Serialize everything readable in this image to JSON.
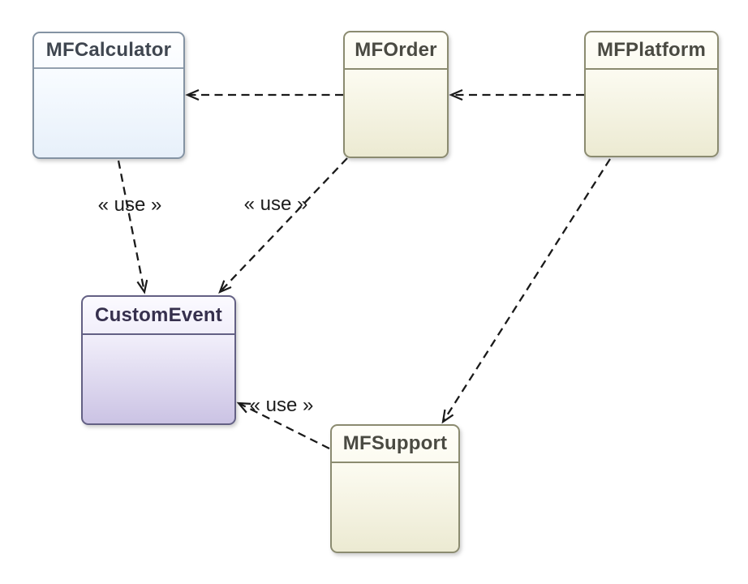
{
  "diagram": {
    "type": "uml-class-dependency-diagram",
    "nodes": [
      {
        "id": "MFCalculator",
        "label": "MFCalculator",
        "palette": "blue"
      },
      {
        "id": "MFOrder",
        "label": "MFOrder",
        "palette": "beige"
      },
      {
        "id": "MFPlatform",
        "label": "MFPlatform",
        "palette": "beige"
      },
      {
        "id": "CustomEvent",
        "label": "CustomEvent",
        "palette": "purple"
      },
      {
        "id": "MFSupport",
        "label": "MFSupport",
        "palette": "beige"
      }
    ],
    "edges": [
      {
        "from": "MFOrder",
        "to": "MFCalculator",
        "style": "dashed-open-arrow",
        "label": ""
      },
      {
        "from": "MFPlatform",
        "to": "MFOrder",
        "style": "dashed-open-arrow",
        "label": ""
      },
      {
        "from": "MFCalculator",
        "to": "CustomEvent",
        "style": "dashed-open-arrow",
        "label": "« use »"
      },
      {
        "from": "MFOrder",
        "to": "CustomEvent",
        "style": "dashed-open-arrow",
        "label": "« use »"
      },
      {
        "from": "MFPlatform",
        "to": "MFSupport",
        "style": "dashed-open-arrow",
        "label": ""
      },
      {
        "from": "MFSupport",
        "to": "CustomEvent",
        "style": "dashed-open-arrow",
        "label": "« use »"
      }
    ],
    "colors": {
      "background": "#ffffff",
      "line": "#1a1a1a",
      "blue_fill_top": "#ffffff",
      "blue_fill_bottom": "#e7f0fa",
      "blue_border": "#8493a3",
      "beige_fill_top": "#fffef8",
      "beige_fill_bottom": "#ecead2",
      "beige_border": "#8b8b70",
      "purple_fill_top": "#fbfaff",
      "purple_fill_bottom": "#cbc3e4",
      "purple_border": "#636084"
    }
  }
}
